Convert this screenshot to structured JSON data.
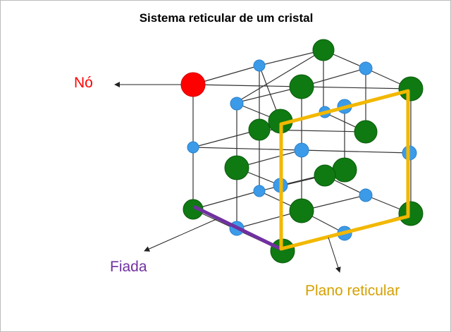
{
  "title": "Sistema reticular de um cristal",
  "labels": {
    "node": "Nó",
    "row": "Fiada",
    "plane": "Plano reticular"
  },
  "colors": {
    "node_highlight": "#ff0000",
    "row_highlight": "#7030a0",
    "plane_highlight": "#f2b800",
    "atom_large": "#0f7a12",
    "atom_small": "#3c9be8",
    "lattice_line": "#333333",
    "arrow": "#222222"
  }
}
